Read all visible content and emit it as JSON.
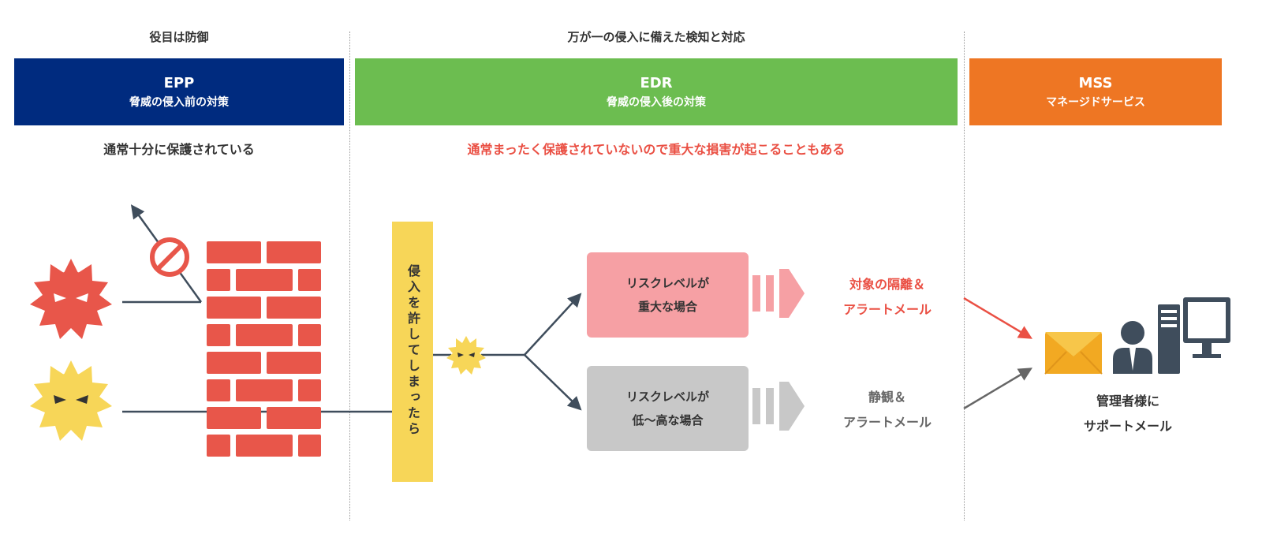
{
  "captions": {
    "defense": "役目は防御",
    "detect_response": "万が一の侵入に備えた検知と対応"
  },
  "columns": [
    {
      "title": "EPP",
      "subtitle": "脅威の侵入前の対策",
      "color": "#002b7f"
    },
    {
      "title": "EDR",
      "subtitle": "脅威の侵入後の対策",
      "color": "#6cbd50"
    },
    {
      "title": "MSS",
      "subtitle": "マネージドサービス",
      "color": "#ee7623"
    }
  ],
  "epp_note": "通常十分に保護されている",
  "edr_note": "通常まったく保護されていないので重大な損害が起こることもある",
  "intrusion_label": "侵入を許してしまったら",
  "risk_high": {
    "line1": "リスクレベルが",
    "line2": "重大な場合",
    "color": "#f6a0a4",
    "result1": "対象の隔離＆",
    "result2": "アラートメール",
    "result_color": "#ea5044"
  },
  "risk_low": {
    "line1": "リスクレベルが",
    "line2": "低〜高な場合",
    "color": "#c8c8c8",
    "result1": "静観＆",
    "result2": "アラートメール",
    "result_color": "#666666"
  },
  "mss_result": {
    "line1": "管理者様に",
    "line2": "サポートメール"
  },
  "icons": {
    "red_virus": "virus-red-icon",
    "yellow_virus": "virus-yellow-icon",
    "wall": "brick-wall-icon",
    "blocked": "prohibited-icon",
    "mail": "envelope-icon",
    "admin": "person-icon",
    "computer": "desktop-computer-icon"
  },
  "colors": {
    "navy": "#002b7f",
    "green": "#6cbd50",
    "orange": "#ee7623",
    "brick": "#e8564a",
    "yellow": "#f7d658",
    "line": "#3f4d5c"
  }
}
